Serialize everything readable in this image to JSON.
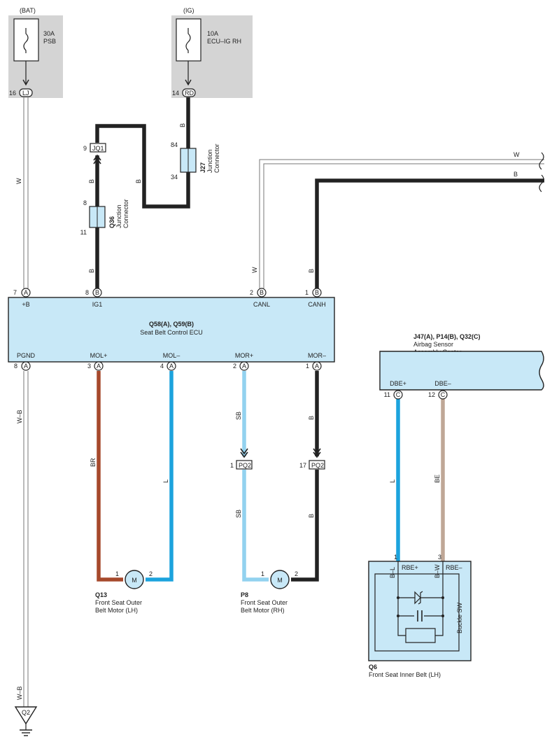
{
  "sources": [
    {
      "id": "bat",
      "supply": "(BAT)",
      "amps": "30A",
      "name": "PSB",
      "pin": "16",
      "conn": "LJ"
    },
    {
      "id": "ig",
      "supply": "(IG)",
      "amps": "10A",
      "name": "ECU–IG RH",
      "pin": "14",
      "conn": "RD"
    }
  ],
  "wire_labels": {
    "w_bat": "W",
    "b_ig": "B",
    "b_jq1": "B",
    "b_loop": "B",
    "b_ig1": "B",
    "w_canl": "W",
    "b_canh": "B",
    "w_top": "W",
    "b_top": "B",
    "wb_pgnd": "W–B",
    "wb_bottom": "W–B",
    "br": "BR",
    "l_mol": "L",
    "sb_top": "SB",
    "sb_bottom": "SB",
    "b_mor_top": "B",
    "b_mor_bottom": "B",
    "l_dbe": "L",
    "be_dbe": "BE",
    "bl_rbe": "B–L",
    "bw_rbe": "B–W"
  },
  "connectors": [
    {
      "id": "jq1",
      "pin": "9",
      "name": "JQ1"
    },
    {
      "id": "pq2a",
      "pin": "1",
      "name": "PQ2"
    },
    {
      "id": "pq2b",
      "pin": "17",
      "name": "PQ2"
    }
  ],
  "junctions": [
    {
      "id": "j27",
      "ref": "J27",
      "desc1": "Junction",
      "desc2": "Connector",
      "pin_top": "84",
      "pin_bottom": "34"
    },
    {
      "id": "q36",
      "ref": "Q36",
      "desc1": "Junction",
      "desc2": "Connector",
      "pin_top": "8",
      "pin_bottom": "11"
    }
  ],
  "ecu": {
    "ref": "Q58(A), Q59(B)",
    "name": "Seat Belt Control ECU",
    "top_pins": [
      {
        "pin": "7",
        "conn": "A",
        "label": "+B"
      },
      {
        "pin": "8",
        "conn": "B",
        "label": "IG1"
      },
      {
        "pin": "2",
        "conn": "B",
        "label": "CANL"
      },
      {
        "pin": "1",
        "conn": "B",
        "label": "CANH"
      }
    ],
    "bottom_pins": [
      {
        "pin": "8",
        "conn": "A",
        "label": "PGND"
      },
      {
        "pin": "3",
        "conn": "A",
        "label": "MOL+"
      },
      {
        "pin": "4",
        "conn": "A",
        "label": "MOL–"
      },
      {
        "pin": "2",
        "conn": "A",
        "label": "MOR+"
      },
      {
        "pin": "1",
        "conn": "A",
        "label": "MOR–"
      }
    ]
  },
  "airbag": {
    "ref": "J47(A), P14(B), Q32(C)",
    "name1": "Airbag Sensor",
    "name2": "Assembly Center",
    "pins": [
      {
        "pin": "11",
        "conn": "C",
        "label": "DBE+"
      },
      {
        "pin": "12",
        "conn": "C",
        "label": "DBE–"
      }
    ]
  },
  "motors": [
    {
      "id": "q13",
      "ref": "Q13",
      "name1": "Front Seat Outer",
      "name2": "Belt Motor (LH)",
      "symbol": "M",
      "pin1": "1",
      "pin2": "2"
    },
    {
      "id": "p8",
      "ref": "P8",
      "name1": "Front Seat Outer",
      "name2": "Belt Motor (RH)",
      "symbol": "M",
      "pin1": "1",
      "pin2": "2"
    }
  ],
  "buckle": {
    "ref": "Q6",
    "name": "Front Seat Inner Belt (LH)",
    "switch": "Buckle SW",
    "pin_plus": "1",
    "pin_minus": "3",
    "label_plus": "RBE+",
    "label_minus": "RBE–"
  },
  "ground": {
    "name": "Q2"
  },
  "colors": {
    "black": "#222222",
    "brown": "#a6492c",
    "blue": "#1ca3dd",
    "skyblue": "#92d2ef",
    "beige": "#bfa796",
    "panel": "#c8e8f7",
    "gray": "#d4d4d4"
  }
}
